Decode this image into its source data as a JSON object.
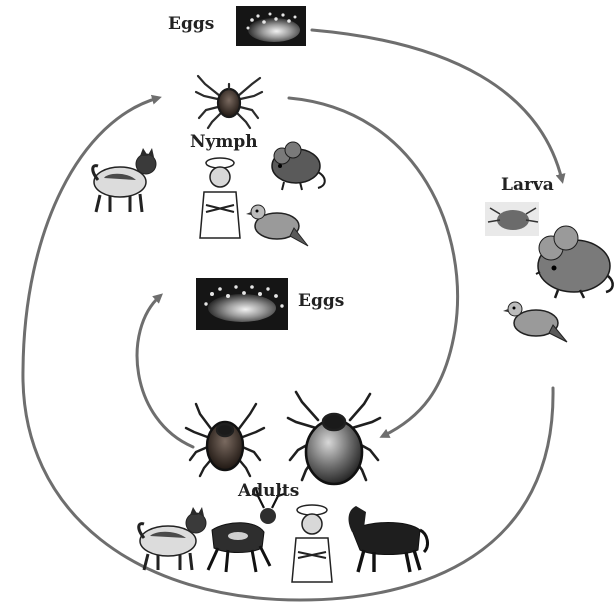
{
  "labels": {
    "eggs_top": "Eggs",
    "nymph": "Nymph",
    "larva": "Larva",
    "eggs_middle": "Eggs",
    "adults": "Adults"
  },
  "colors": {
    "arrow": "#6e6e6e",
    "tick": "#2b2b2b",
    "tick_body": "#4a3a32",
    "egg_dark": "#1a1a1a",
    "egg_light": "#e8e8e8",
    "animal_dark": "#2a2a2a",
    "animal_mid": "#8a8a8a",
    "animal_light": "#d9d9d9"
  },
  "icons": {
    "top_eggs": "eggs-photo-icon",
    "nymph_tick": "nymph-tick-icon",
    "nymph_hosts": [
      "mouse-icon",
      "person-icon",
      "bird-icon",
      "dog-icon"
    ],
    "larva_tick": "larva-tick-icon",
    "larva_hosts": [
      "mouse-icon",
      "bird-icon"
    ],
    "middle_eggs": "eggs-photo-icon",
    "adult_ticks": [
      "adult-tick-small-icon",
      "adult-tick-large-icon"
    ],
    "adult_hosts": [
      "dog-icon",
      "deer-icon",
      "person-icon",
      "horse-icon"
    ]
  }
}
